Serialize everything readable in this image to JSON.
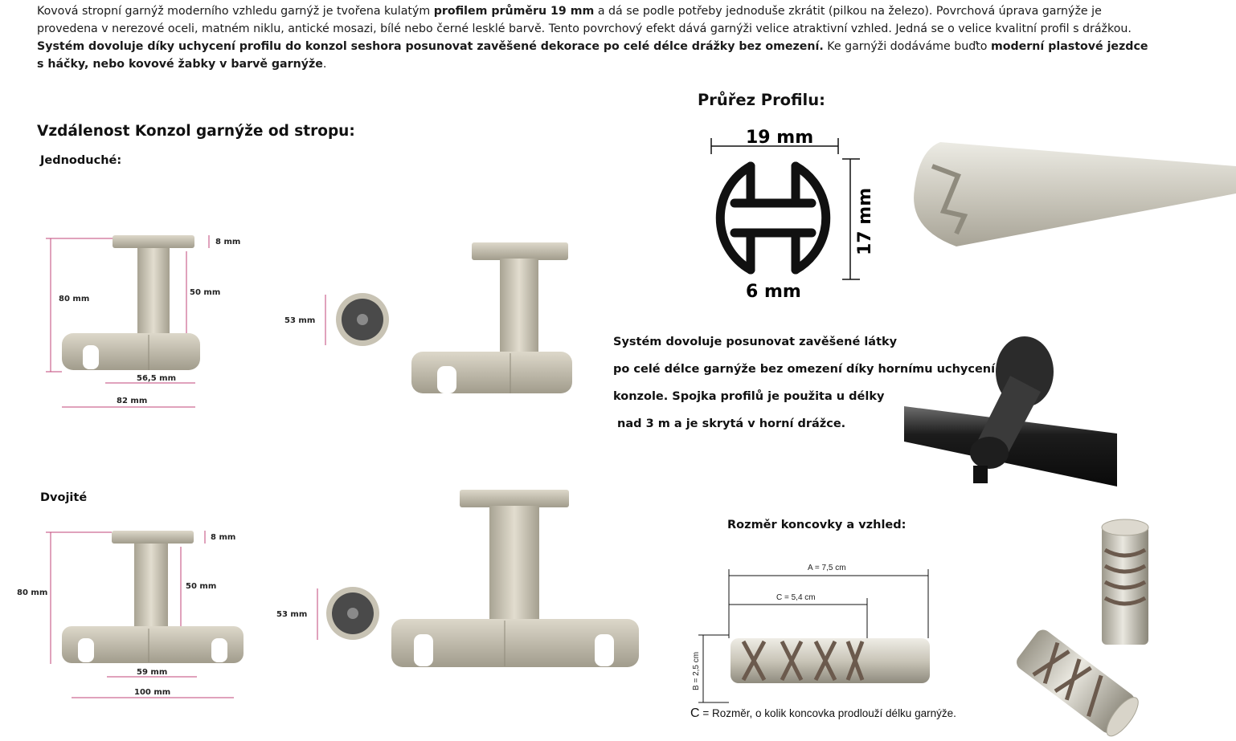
{
  "intro": {
    "parts": [
      {
        "t": "Kovová stropní garnýž moderního vzhledu garnýž je tvořena kulatým ",
        "b": false
      },
      {
        "t": "profilem průměru 19 mm",
        "b": true
      },
      {
        "t": " a dá se podle potřeby jednoduše zkrátit (pilkou na železo). Povrchová úprava garnýže je provedena v nerezové oceli, matném niklu, antické mosazi, bílé nebo černé lesklé barvě. Tento povrchový efekt dává garnýži velice atraktivní vzhled. Jedná se o velice kvalitní profil s drážkou. ",
        "b": false
      },
      {
        "t": "Systém dovoluje díky uchycení profilu do konzol seshora posunovat zavěšené dekorace po celé délce drážky bez omezení.",
        "b": true
      },
      {
        "t": " Ke garnýži dodáváme buďto ",
        "b": false
      },
      {
        "t": "moderní plastové jezdce s háčky, nebo kovové žabky v barvě garnýže",
        "b": true
      },
      {
        "t": ".",
        "b": false
      }
    ]
  },
  "headings": {
    "distance": "Vzdálenost Konzol garnýže od stropu:",
    "single": "Jednoduché:",
    "double": "Dvojité",
    "profile": "Průřez Profilu:",
    "endcap": "Rozměr koncovky a vzhled:"
  },
  "single_dims": {
    "top": "8 mm",
    "height": "80 mm",
    "stem": "50 mm",
    "inner": "56,5 mm",
    "width": "82 mm",
    "plate": "53 mm"
  },
  "double_dims": {
    "top": "8 mm",
    "height": "80 mm",
    "stem": "50 mm",
    "inner": "59 mm",
    "width": "100 mm",
    "plate": "53 mm"
  },
  "profile_dims": {
    "width": "19 mm",
    "height": "17 mm",
    "gap": "6 mm"
  },
  "system_note": [
    "Systém dovoluje posunovat zavěšené látky",
    "po celé délce garnýže bez omezení díky hornímu uchycení",
    "konzole. Spojka profilů je použita u délky",
    " nad 3 m a je skrytá v horní drážce."
  ],
  "endcap_dims": {
    "a": "A = 7,5 cm",
    "c": "C = 5,4 cm",
    "b": "B = 2,5 cm"
  },
  "endcap_caption": {
    "letter": "C",
    "text": " = Rozměr, o kolik koncovka prodlouží délku garnýže."
  },
  "colors": {
    "nickel": "#c9c4b4",
    "nickel_dark": "#9d9786",
    "dim_line": "#c0457a",
    "black": "#111111"
  }
}
